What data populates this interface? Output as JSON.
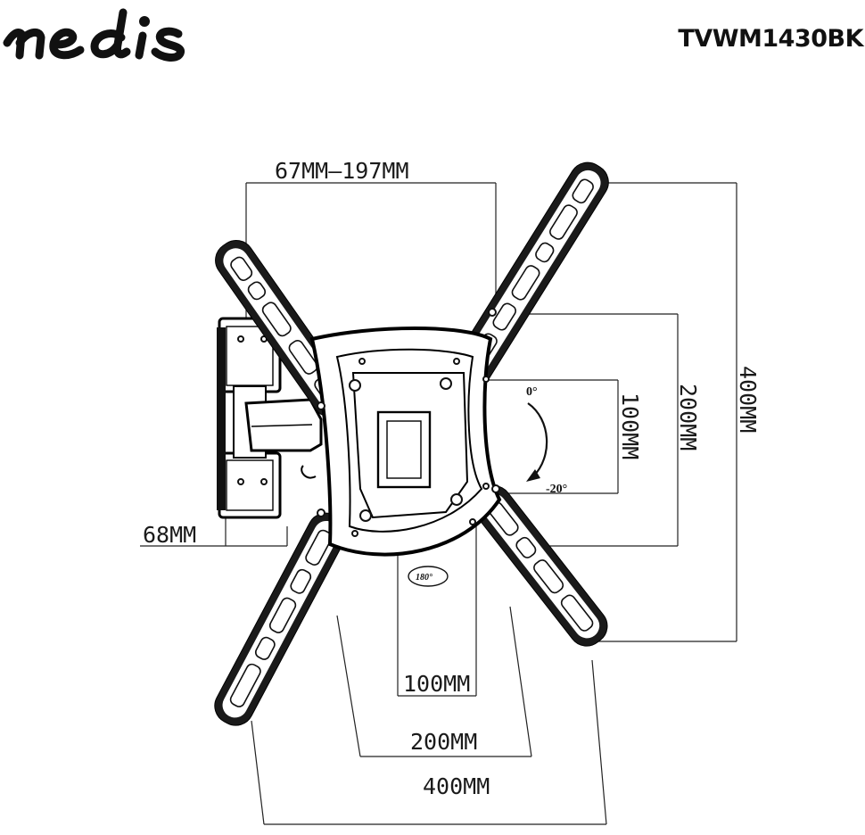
{
  "header": {
    "brand": "nedis",
    "model": "TVWM1430BK"
  },
  "dimensions": {
    "arm_extension": "67MM–197MM",
    "wall_depth": "68MM",
    "vesa_h_100": "100MM",
    "vesa_h_200": "200MM",
    "vesa_h_400": "400MM",
    "vesa_v_100": "100MM",
    "vesa_v_200": "200MM",
    "vesa_v_400": "400MM"
  },
  "angles": {
    "tilt_top": "0°",
    "tilt_bottom": "-20°",
    "rotation": "180°"
  },
  "colors": {
    "line": "#000000",
    "background": "#ffffff"
  }
}
